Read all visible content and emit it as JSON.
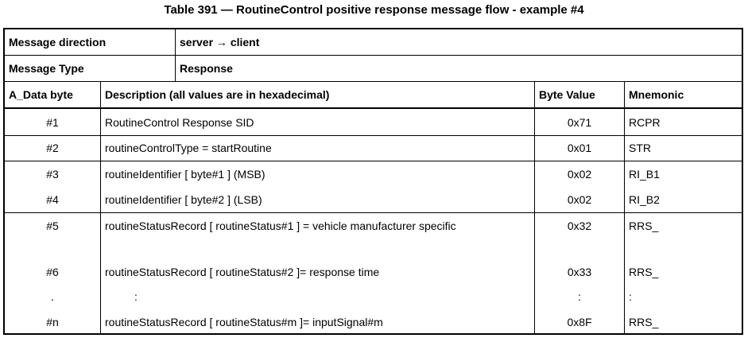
{
  "caption": "Table 391 — RoutineControl positive response message flow - example #4",
  "header": {
    "direction_label": "Message direction",
    "direction_value": "server → client",
    "type_label": "Message Type",
    "type_value": "Response"
  },
  "columns": [
    "A_Data byte",
    "Description (all values are in hexadecimal)",
    "Byte Value",
    "Mnemonic"
  ],
  "rows": [
    {
      "byte": "#1",
      "description": "RoutineControl Response SID",
      "value": "0x71",
      "mnemonic": "RCPR"
    },
    {
      "byte": "#2",
      "description": "routineControlType = startRoutine",
      "value": "0x01",
      "mnemonic": "STR"
    },
    {
      "byte": "#3",
      "description": "routineIdentifier [ byte#1 ] (MSB)",
      "value": "0x02",
      "mnemonic": "RI_B1"
    },
    {
      "byte": "#4",
      "description": "routineIdentifier [ byte#2 ] (LSB)",
      "value": "0x02",
      "mnemonic": "RI_B2"
    },
    {
      "byte": "#5",
      "description": "routineStatusRecord [ routineStatus#1 ] = vehicle manufacturer specific",
      "value": "0x32",
      "mnemonic": "RRS_"
    },
    {
      "byte": "#6",
      "description": "routineStatusRecord [ routineStatus#2 ]= response time",
      "value": "0x33",
      "mnemonic": "RRS_"
    },
    {
      "byte": ".",
      "description": ":",
      "value": ":",
      "mnemonic": ":"
    },
    {
      "byte": "#n",
      "description": "routineStatusRecord [ routineStatus#m ]= inputSignal#m",
      "value": "0x8F",
      "mnemonic": "RRS_"
    }
  ]
}
